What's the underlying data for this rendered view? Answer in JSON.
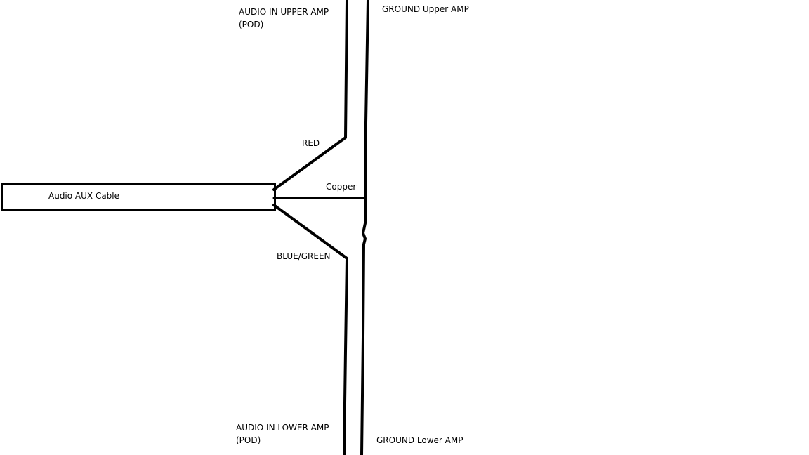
{
  "labels": {
    "audio_in_upper": [
      "AUDIO IN UPPER AMP",
      "(POD)"
    ],
    "ground_upper": "GROUND Upper AMP",
    "red": "RED",
    "copper": "Copper",
    "aux_cable": "Audio AUX Cable",
    "blue_green": "BLUE/GREEN",
    "audio_in_lower": [
      "AUDIO IN LOWER AMP",
      "(POD)"
    ],
    "ground_lower": "GROUND Lower AMP"
  },
  "colors": {
    "line": "#000000",
    "background": "#ffffff"
  }
}
